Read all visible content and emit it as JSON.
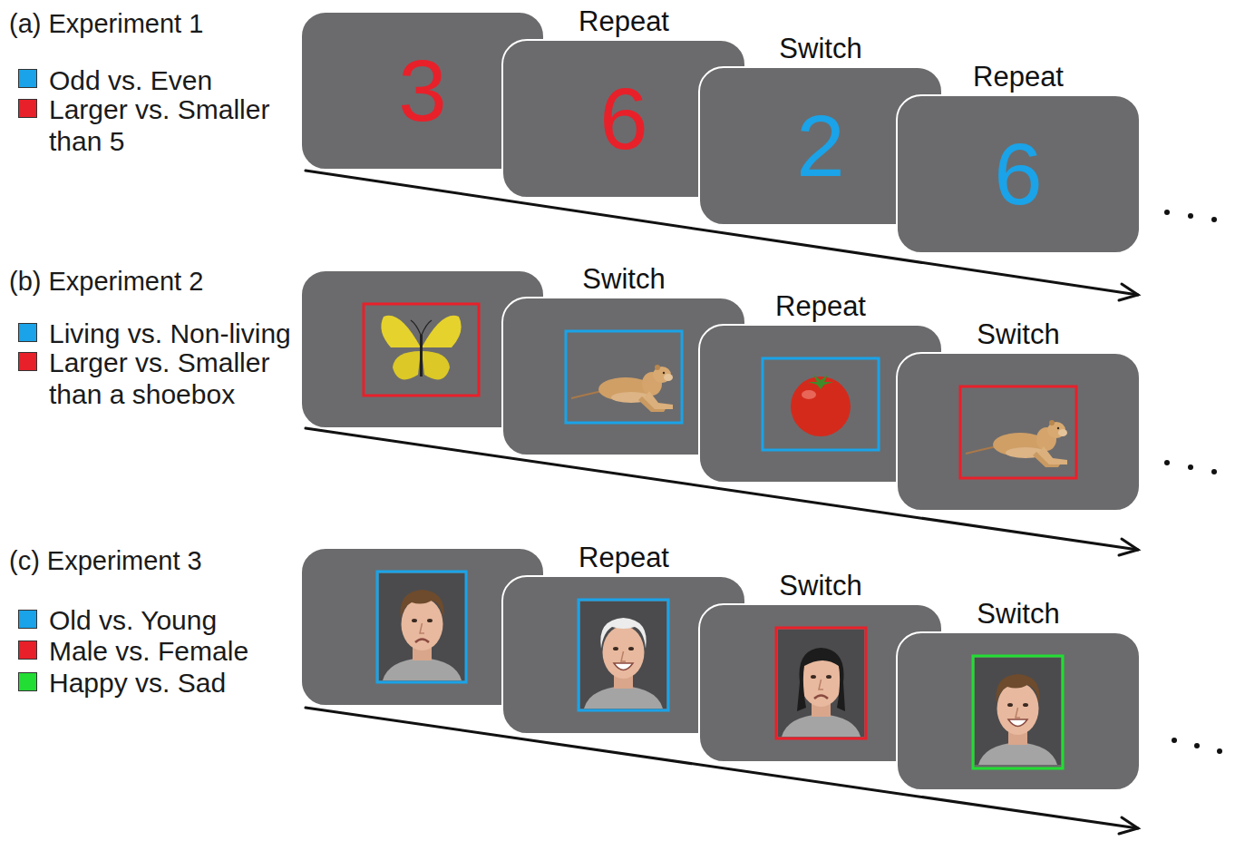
{
  "diagram": {
    "nodes": [
      {
        "text": [
          "3"
        ]
      },
      {
        "text": [
          "Repeat",
          "6"
        ]
      },
      {
        "text": [
          "Switch",
          "2"
        ]
      },
      {
        "text": [
          "Repeat",
          "6"
        ]
      },
      {
        "text": [
          "Switch"
        ]
      },
      {
        "text": [
          "Repeat"
        ]
      },
      {
        "text": [
          "Switch"
        ]
      },
      {
        "text": [
          "Repeat"
        ]
      },
      {
        "text": [
          "Switch"
        ]
      },
      {
        "text": [
          "Switch"
        ]
      }
    ],
    "labels": [
      "(a) Experiment 1",
      "(b) Experiment 2",
      "(c) Experiment 3"
    ],
    "legend": [
      {
        "text": "Odd vs. Even",
        "color": "#1aa3e8"
      },
      {
        "text": "Larger vs. Smaller than 5",
        "color": "#e8202a"
      },
      {
        "text": "Living vs. Non-living",
        "color": "#1aa3e8"
      },
      {
        "text": "Larger vs. Smaller than a shoebox",
        "color": "#e8202a"
      },
      {
        "text": "Old vs. Young",
        "color": "#1aa3e8"
      },
      {
        "text": "Male vs. Female",
        "color": "#e8202a"
      },
      {
        "text": "Happy vs. Sad",
        "color": "#22dd33"
      }
    ]
  }
}
